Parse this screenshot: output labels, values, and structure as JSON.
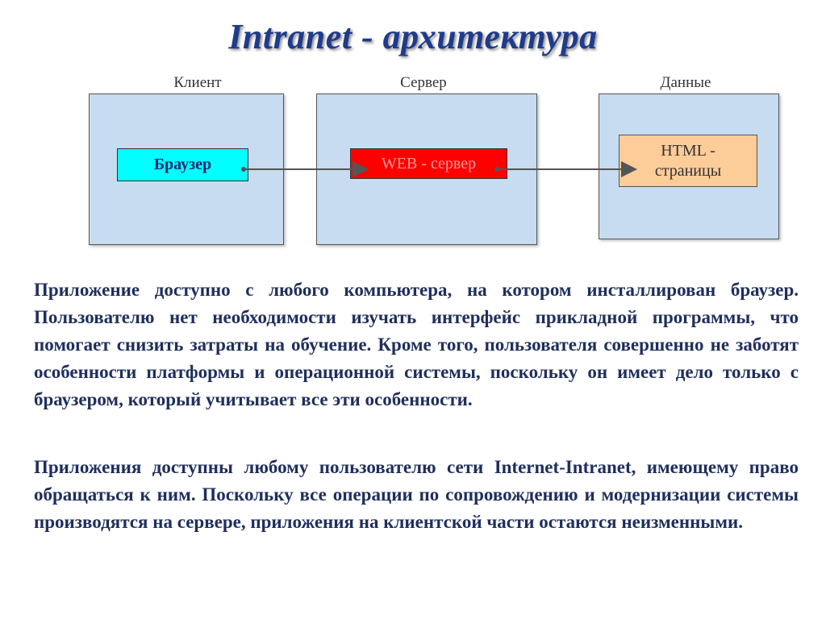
{
  "title": "Intranet - архитектура",
  "columns": {
    "client": "Клиент",
    "server": "Сервер",
    "data": "Данные"
  },
  "nodes": {
    "browser": "Браузер",
    "web_server": "WEB - сервер",
    "html_pages_line1": "HTML -",
    "html_pages_line2": "страницы"
  },
  "colors": {
    "browser": "#00ffff",
    "web_server": "#ff0000",
    "html_pages": "#fccc99",
    "panel": "#c7dcf0"
  },
  "paragraphs": [
    "Приложение доступно с любого компьютера, на котором инсталлирован браузер. Пользователю нет необходимости изучать интерфейс прикладной программы, что помогает снизить затраты на обучение. Кроме того, пользователя совершенно не заботят особенности платформы и операционной системы, поскольку он имеет дело только с браузером, который учитывает все эти особенности.",
    "Приложения доступны любому пользователю сети Internet-Intranet, имеющему право обращаться к ним. Поскольку все операции по сопровождению и модернизации системы производятся на сервере, приложения на клиентской части остаются неизменными."
  ]
}
